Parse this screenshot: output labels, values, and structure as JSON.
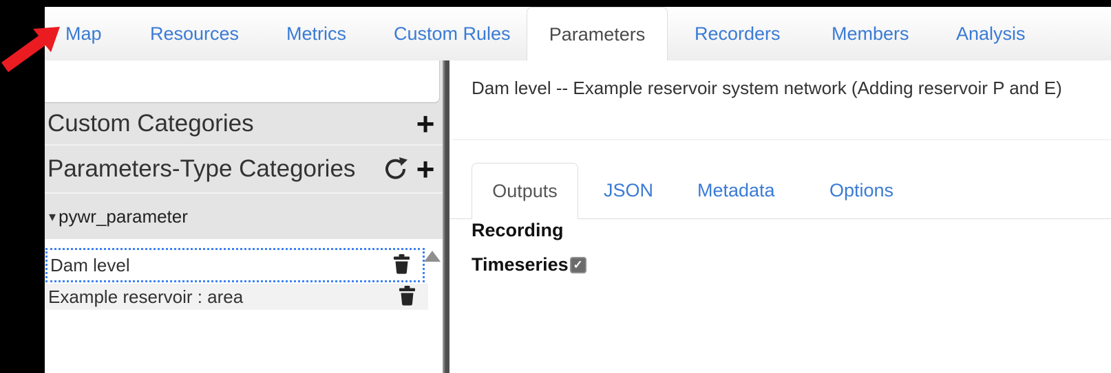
{
  "annotations": {
    "red_arrow": {
      "points_at": "Map",
      "color": "#ea1c22"
    }
  },
  "nav": {
    "items": [
      {
        "label": "Map",
        "active": false
      },
      {
        "label": "Resources",
        "active": false
      },
      {
        "label": "Metrics",
        "active": false
      },
      {
        "label": "Custom Rules",
        "active": false
      },
      {
        "label": "Parameters",
        "active": true
      },
      {
        "label": "Recorders",
        "active": false
      },
      {
        "label": "Members",
        "active": false
      },
      {
        "label": "Analysis",
        "active": false
      }
    ]
  },
  "sidebar": {
    "sections": [
      {
        "label": "Custom Categories",
        "actions": [
          "add"
        ]
      },
      {
        "label": "Parameters-Type Categories",
        "actions": [
          "refresh",
          "add"
        ]
      }
    ],
    "group": {
      "label": "pywr_parameter",
      "expanded": true
    },
    "items": [
      {
        "label": "Dam level",
        "selected": true,
        "action": "delete"
      },
      {
        "label": "Example reservoir : area",
        "selected": false,
        "action": "delete"
      }
    ]
  },
  "detail": {
    "title": "Dam level -- Example reservoir system network (Adding reservoir P and E)",
    "tabs": [
      {
        "label": "Outputs",
        "active": true
      },
      {
        "label": "JSON",
        "active": false
      },
      {
        "label": "Metadata",
        "active": false
      },
      {
        "label": "Options",
        "active": false
      }
    ],
    "section": {
      "heading": "Recording"
    },
    "fields": [
      {
        "label": "Timeseries",
        "type": "checkbox",
        "checked": true
      }
    ]
  },
  "glyphs": {
    "plus": "+",
    "caret_down": "▾",
    "check": "✓"
  },
  "colors": {
    "link_blue": "#3a7bd5",
    "selection_border_blue": "#3b82f6",
    "arrow_red": "#ea1c22",
    "sidebar_gray": "#e4e4e4",
    "divider_dark": "#4e4e4e",
    "row_alt_gray": "#f2f2f2"
  }
}
